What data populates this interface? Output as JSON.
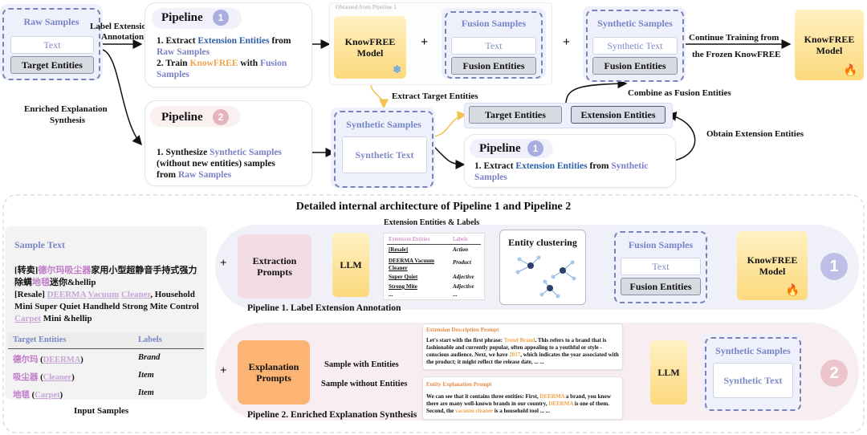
{
  "top": {
    "raw_samples": {
      "title": "Raw Samples",
      "text": "Text",
      "entities": "Target Entities"
    },
    "label_extension": [
      "Label Extension",
      "Annotation"
    ],
    "enriched_explanation": [
      "Enriched Explanation",
      "Synthesis"
    ],
    "pipeline1": {
      "title": "Pipeline",
      "num": "1",
      "line1_pre": "1. Extract ",
      "line1_hl": "Extension Entities",
      "line1_post": " from",
      "line2": "Raw Samples",
      "line3_pre": "2. Train ",
      "line3_hl": "KnowFREE",
      "line3_mid": " with ",
      "line3_hl2": "Fusion",
      "line4": "Samples"
    },
    "pipeline2": {
      "title": "Pipeline",
      "num": "2",
      "line1_pre": "1. Synthesize ",
      "line1_hl": "Synthetic Samples",
      "line2": "(without new entities)  samples",
      "line3_pre": "from ",
      "line3_hl": "Raw Samples"
    },
    "obtained": "Obtained from Pipeline 1",
    "frozen_model": {
      "line1": "KnowFREE",
      "line2": "Model",
      "icon": "snowflake-icon"
    },
    "plus1": "+",
    "plus2": "+",
    "fusion_samples": {
      "title": "Fusion Samples",
      "text": "Text",
      "entities": "Fusion Entities"
    },
    "synthetic_samples_top": {
      "title": "Synthetic Samples",
      "text": "Synthetic Text",
      "entities": "Fusion Entities"
    },
    "continue_training": [
      "Continue Training from",
      "the Frozen KnowFREE"
    ],
    "final_model": {
      "line1": "KnowFREE",
      "line2": "Model",
      "icon": "flame-icon"
    },
    "combine": "Combine as Fusion Entities",
    "extract_target": "Extract Target Entities",
    "target_entities": "Target Entities",
    "extension_entities": "Extension Entities",
    "obtain_extension": "Obtain Extension Entities",
    "synthetic_samples_mid": {
      "title": "Synthetic Samples",
      "text": "Synthetic Text"
    },
    "pipeline1b": {
      "title": "Pipeline",
      "num": "1",
      "line1_pre": "1. Extract ",
      "line1_hl": "Extension Entities",
      "line1_mid": " from ",
      "line1_hl2": "Synthetic",
      "line2": "Samples"
    }
  },
  "bottom": {
    "title": "Detailed internal architecture of Pipeline 1 and Pipeline 2",
    "input": {
      "sample_text": "Sample Text",
      "cn_line1_a": "[转卖]",
      "cn_line1_b": "德尔玛",
      "cn_line1_c": "吸尘器",
      "cn_line1_d": "家用小型超静音手持式强力",
      "cn_line2_a": "除螨",
      "cn_line2_b": "地毯",
      "cn_line2_c": "迷你&hellip",
      "en_line1_a": "[Resale] ",
      "en_line1_b": "DEERMA",
      "en_line1_c": "Vacuum",
      "en_line1_d": "Cleaner",
      "en_line1_e": ", Household",
      "en_line2": "Mini Super Quiet Handheld Strong Mite Control",
      "en_line3_a": "Carpet",
      "en_line3_b": " Mini &hellip",
      "col1": "Target Entities",
      "col2": "Labels",
      "rows": [
        {
          "cn": "德尔玛",
          "en": "DEERMA",
          "label": "Brand"
        },
        {
          "cn": "吸尘器",
          "en": "Cleaner",
          "label": "Item"
        },
        {
          "cn": "地毯",
          "en": "Carpet",
          "label": "Item"
        }
      ],
      "caption": "Input Samples"
    },
    "p1": {
      "plus": "+",
      "prompts": [
        "Extraction",
        "Prompts"
      ],
      "llm": "LLM",
      "ext_title": "Extension Entities & Labels",
      "ext_col1": "Extension Entities",
      "ext_col2": "Labels",
      "ext_rows": [
        {
          "e": "[Resale]",
          "l": "Action"
        },
        {
          "e": "DEERMA  Vacuum",
          "e2": "Cleaner",
          "l": "Product"
        },
        {
          "e": "Super Quiet",
          "l": "Adjective"
        },
        {
          "e": "Strong Mite",
          "l": "Adjective"
        },
        {
          "e": "...",
          "l": "..."
        }
      ],
      "clustering": "Entity clustering",
      "fusion_samples": {
        "title": "Fusion Samples",
        "text": "Text",
        "entities": "Fusion Entities"
      },
      "model": {
        "line1": "KnowFREE",
        "line2": "Model",
        "icon": "flame-icon"
      },
      "num": "1",
      "caption": "Pipeline 1. Label Extension Annotation"
    },
    "p2": {
      "plus": "+",
      "prompts": [
        "Explanation",
        "Prompts"
      ],
      "with_entities": "Sample with Entities",
      "without_entities": "Sample without Entities",
      "ext_prompt": {
        "title": "Extension Description Prompt",
        "l1_a": "Let's start with the first phrase: ",
        "l1_b": "Trend Brand",
        "l1_c": ". This refers to a brand that is",
        "l2": "fashionable and currently popular, often appealing to a youthful or style -",
        "l3_a": "conscious audience. Next, we have ",
        "l3_b": "2017",
        "l3_c": ", which indicates the year associated with",
        "l4": "the product; it might reflect the release date, ... ..."
      },
      "ent_prompt": {
        "title": "Entity Explanation Prompt",
        "l1_a": "We can see that it contains three entities: First, ",
        "l1_b": "DEERMA",
        "l1_c": " a brand, you know",
        "l2_a": "there are many well-known brands in our country, ",
        "l2_b": "DEERMA",
        "l2_c": " is one of them.",
        "l3_a": "Second, the ",
        "l3_b": "vacuum cleaner",
        "l3_c": " is a household tool ... ..."
      },
      "llm": "LLM",
      "synthetic": {
        "title": "Synthetic Samples",
        "text": "Synthetic Text"
      },
      "num": "2",
      "caption": "Pipeline 2. Enriched Explanation Synthesis"
    }
  }
}
